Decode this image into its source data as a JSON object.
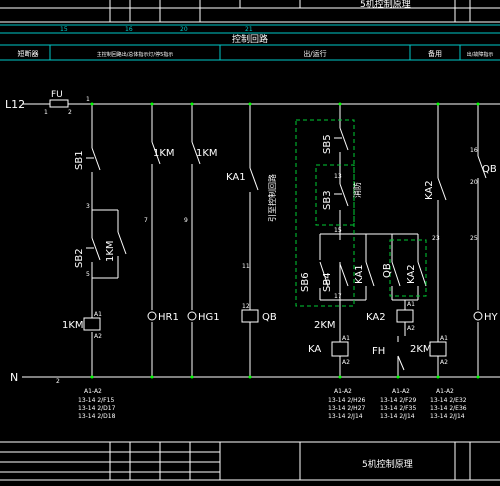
{
  "title_block": {
    "drawing_title": "5机控制原理",
    "header_section": "控制回路",
    "columns": [
      "短断器",
      "主控制回路出/总体指示灯/停5指示",
      "出/运行",
      "备用",
      "出/故障指示"
    ],
    "top_numbers": [
      "15",
      "16",
      "20",
      "21"
    ]
  },
  "circuit": {
    "supply_l": "L12",
    "supply_n": "N",
    "fuse": "FU",
    "fuse_terminals": [
      "1",
      "2"
    ],
    "line_numbers": [
      "1",
      "2",
      "3",
      "5",
      "7",
      "9",
      "11",
      "12",
      "13",
      "15",
      "17",
      "16",
      "20",
      "23",
      "25"
    ],
    "components": [
      {
        "tag": "SB1"
      },
      {
        "tag": "1KM"
      },
      {
        "tag": "SB2"
      },
      {
        "tag": "1KM"
      },
      {
        "tag": "1KM"
      },
      {
        "tag": "HR1"
      },
      {
        "tag": "1KM"
      },
      {
        "tag": "HG1"
      },
      {
        "tag": "KA1"
      },
      {
        "tag": "QB"
      },
      {
        "tag": "SB5"
      },
      {
        "tag": "SB3"
      },
      {
        "tag": "SB6"
      },
      {
        "tag": "SB4"
      },
      {
        "tag": "KA1"
      },
      {
        "tag": "QB"
      },
      {
        "tag": "KA2"
      },
      {
        "tag": "2KM"
      },
      {
        "tag": "KA"
      },
      {
        "tag": "KA2"
      },
      {
        "tag": "FH"
      },
      {
        "tag": "2KM"
      },
      {
        "tag": "KA2"
      },
      {
        "tag": "QB"
      },
      {
        "tag": "HY"
      }
    ],
    "coil_terminals": [
      "A1",
      "A2"
    ],
    "vertical_notes": [
      "引至控制回路",
      "消防"
    ],
    "contact_tables": [
      [
        "A1-A2",
        "13-14 2/F15",
        "13-14 2/D17",
        "13-14 2/D18"
      ],
      [
        "A1-A2",
        "13-14 2/H26",
        "13-14 2/H27",
        "13-14 2/J14"
      ],
      [
        "A1-A2",
        "13-14 2/F29",
        "13-14 2/F35",
        "13-14 2/J14"
      ],
      [
        "A1-A2",
        "13-14 2/E32",
        "13-14 2/E36",
        "13-14 2/J14"
      ]
    ]
  },
  "colors": {
    "background": "#000000",
    "wire": "#ffffff",
    "border": "#ffffff",
    "dashed_box": "#00cc33",
    "grid_cyan": "#00c8c8",
    "terminal_green": "#00ff00"
  }
}
